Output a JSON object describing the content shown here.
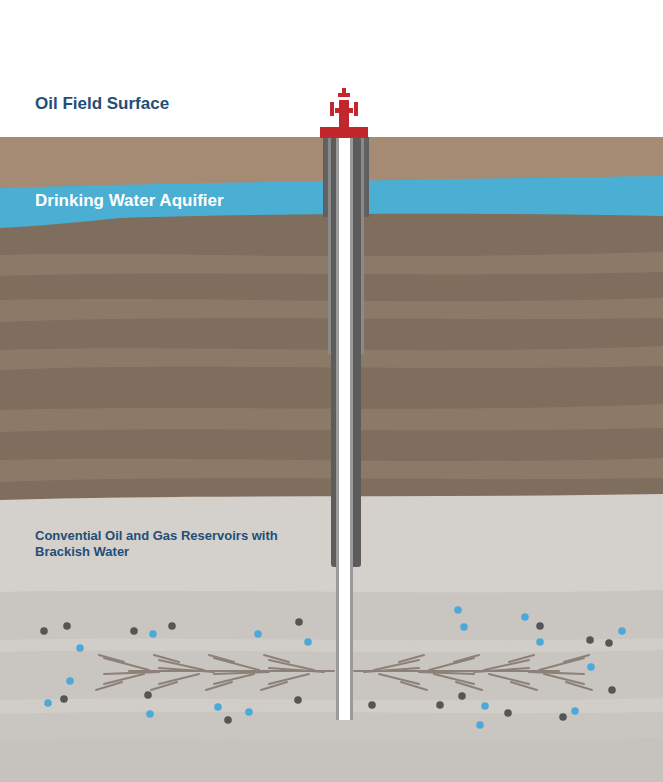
{
  "diagram": {
    "nodes": [
      {
        "text": [
          "Oil Field Surface"
        ]
      },
      {
        "text": [
          "Drinking Water Aquifier"
        ]
      },
      {
        "text": [
          "Convential Oil and Gas Reservoirs with Brackish Water"
        ]
      }
    ]
  }
}
